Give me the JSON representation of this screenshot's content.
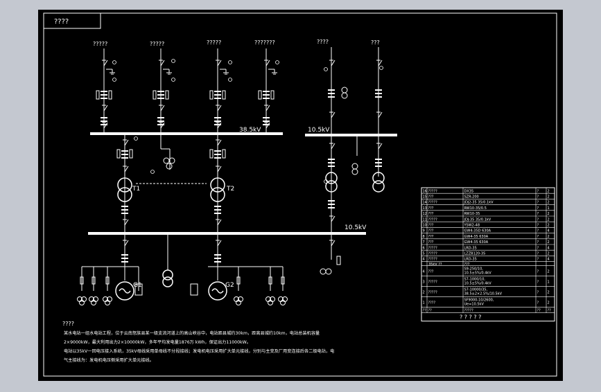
{
  "drawing": {
    "title_box": "????",
    "branch_labels": [
      "?????",
      "?????",
      "?????",
      "???????"
    ],
    "right_branch_labels": [
      "????",
      "???"
    ],
    "bus_labels": [
      "38.5kV",
      "10.5kV",
      "10.5kV"
    ],
    "transformers": [
      "T1",
      "T2"
    ],
    "generators": [
      "G1",
      "G2"
    ],
    "notes_title": "????",
    "notes_lines": [
      "某水电站一组水电站工程，位于云南怒族县某一级支流河道上的高山峡谷中，电站距县城约30km，距离县城约10km，电站总装机容量",
      "2×9000kW，最大利用出力2×10000kW，多年平均发电量1876万 kWh，保证出力11000kW。",
      "电站以35kV一回电压接入系统，35kV母线采用单母线不分段接线；发电机电压采用扩大单元接线，分别与主变及厂用变连接后各二级电站，电",
      "气主接线为：发电机电压侧采用扩大单元接线。"
    ]
  },
  "equipment_table": {
    "rows": [
      [
        "16",
        "?????",
        "DX35",
        "?",
        "2"
      ],
      [
        "15",
        "???",
        "SZR-200",
        "?",
        "2"
      ],
      [
        "14",
        "?????",
        "JDJ2-35  35/0.1kV",
        "?",
        "2"
      ],
      [
        "13",
        "???",
        "RW10-35/0.5",
        "?",
        "1"
      ],
      [
        "12",
        "???",
        "RW10-35",
        "?",
        "2"
      ],
      [
        "11",
        "?????",
        "JDJ-35  35/0.1kV",
        "?",
        "2"
      ],
      [
        "10",
        "???",
        "YSW2-48",
        "?",
        "2"
      ],
      [
        "9",
        "???",
        "GW4-35D  630A",
        "?",
        "4"
      ],
      [
        "8",
        "???",
        "GW4-35  630A",
        "?",
        "2"
      ],
      [
        "7",
        "???",
        "GW4-35  630A",
        "?",
        "2"
      ],
      [
        "6",
        "?????",
        "LRD-35",
        "?",
        "4"
      ],
      [
        "5",
        "?????",
        "LZZB120-35",
        "?",
        "2"
      ],
      [
        "4",
        "?????",
        "LRD-35",
        "?",
        "4"
      ]
    ],
    "sub_header": [
      "35kV ??",
      "???"
    ],
    "big_rows": [
      {
        "no": "4",
        "name": "???",
        "spec": [
          "S9-250/10,",
          "10.5±5%/0.4kV"
        ],
        "unit": "?",
        "qty": "2"
      },
      {
        "no": "3",
        "name": "?????",
        "spec": [
          "S7-1000/10,",
          "10.5±5%/0.4kV"
        ],
        "unit": "?",
        "qty": "1"
      },
      {
        "no": "2",
        "name": "?????",
        "spec": [
          "S7-10000/35,",
          "38.5±2×2.5%/10.5kV"
        ],
        "unit": "?",
        "qty": "2"
      },
      {
        "no": "1",
        "name": "????",
        "spec": [
          "SF9000-10/2600,",
          "Ue=10.5kV"
        ],
        "unit": "?",
        "qty": "2"
      }
    ],
    "footer_row": [
      "??",
      "??",
      "?????",
      "??",
      "??"
    ],
    "title": "? ? ? ? ?"
  }
}
